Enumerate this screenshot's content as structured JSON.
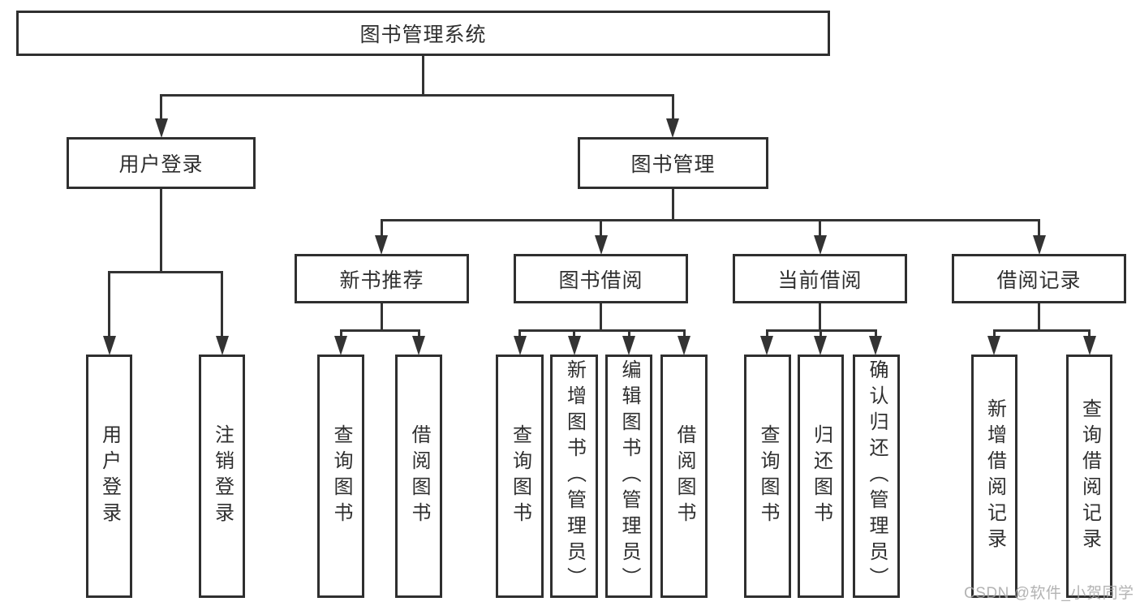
{
  "diagram": {
    "title": "图书管理系统",
    "level2": {
      "user_login": "用户登录",
      "book_management": "图书管理"
    },
    "level3": {
      "new_book_recommend": "新书推荐",
      "book_borrow": "图书借阅",
      "current_borrow": "当前借阅",
      "borrow_record": "借阅记录"
    },
    "leaves": {
      "user_login": [
        "用户登录",
        "注销登录"
      ],
      "new_book_recommend": [
        "查询图书",
        "借阅图书"
      ],
      "book_borrow": [
        "查询图书",
        "新增图书（管理员）",
        "编辑图书（管理员）",
        "借阅图书"
      ],
      "current_borrow": [
        "查询图书",
        "归还图书",
        "确认归还（管理员）"
      ],
      "borrow_record": [
        "新增借阅记录",
        "查询借阅记录"
      ]
    }
  },
  "watermark": "CSDN @软件_小贺同学",
  "colors": {
    "line": "#333333",
    "text": "#2f2f2f",
    "background": "#ffffff",
    "watermark": "#a6a6a6"
  }
}
